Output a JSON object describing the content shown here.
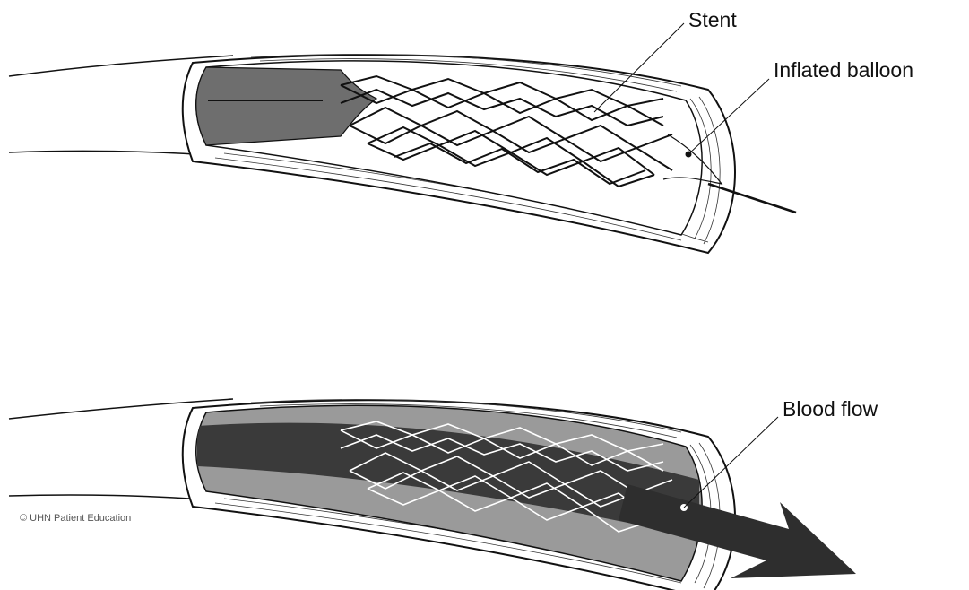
{
  "labels": {
    "stent": "Stent",
    "inflated_balloon": "Inflated balloon",
    "blood_flow": "Blood flow"
  },
  "credit": "© UHN Patient Education",
  "colors": {
    "outline": "#111111",
    "lumen_dark": "#6e6e6e",
    "flow_dark": "#3a3a3a",
    "flow_mid": "#9a9a9a",
    "arrow": "#2e2e2e",
    "label_text": "#111111",
    "credit_text": "#555555"
  }
}
